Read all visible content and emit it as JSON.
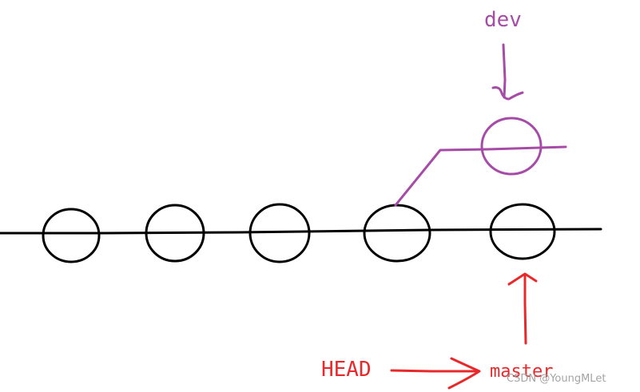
{
  "colors": {
    "main_branch": "#000000",
    "dev_branch": "#a64ca6",
    "head_pointer": "#e8282a",
    "watermark": "#9a9a9a"
  },
  "labels": {
    "dev": "dev",
    "head": "HEAD",
    "master": "master"
  },
  "watermark": {
    "text": "CSDN @YoungMLet"
  },
  "main_branch": {
    "commit_count": 5
  },
  "dev_branch": {
    "commit_count": 1
  }
}
